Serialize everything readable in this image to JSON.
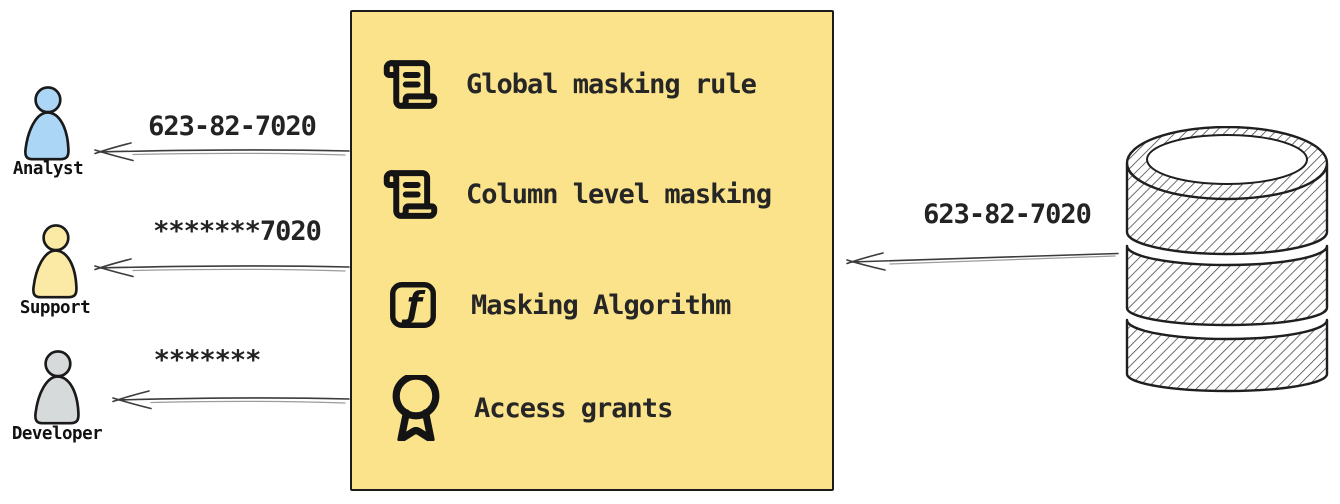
{
  "masking_box": {
    "fill": "#FBE38C",
    "border": "#1B1B1B",
    "items": [
      {
        "icon": "scroll-text-icon",
        "label": "Global masking rule"
      },
      {
        "icon": "scroll-text-icon",
        "label": "Column level masking"
      },
      {
        "icon": "function-square-icon",
        "label": "Masking Algorithm"
      },
      {
        "icon": "award-icon",
        "label": "Access grants"
      }
    ]
  },
  "consumers": [
    {
      "name": "Analyst",
      "received_value": "623-82-7020",
      "color": "#ACD6F6"
    },
    {
      "name": "Support",
      "received_value": "*******7020",
      "color": "#FBE9A6"
    },
    {
      "name": "Developer",
      "received_value": "*******",
      "color": "#D7DADB"
    }
  ],
  "source": {
    "icon": "database-icon",
    "sent_value": "623-82-7020"
  }
}
